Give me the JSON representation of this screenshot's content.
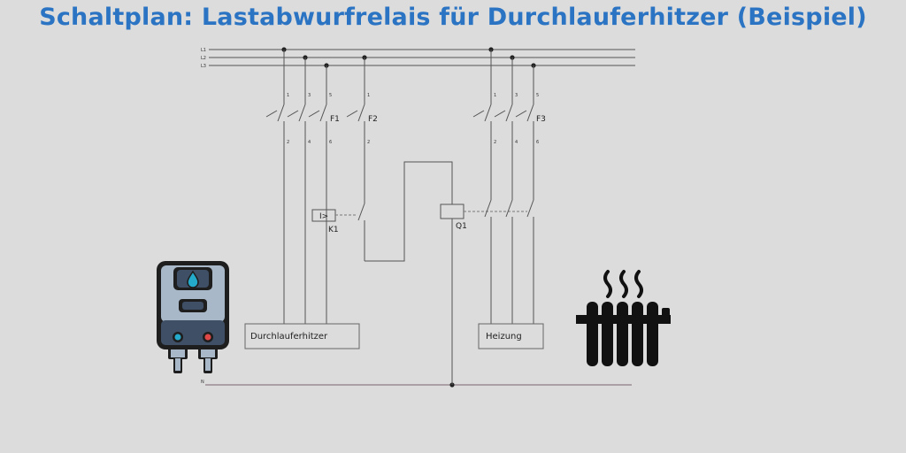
{
  "title": "Schaltplan: Lastabwurfrelais für Durchlauferhitzer (Beispiel)",
  "lines": {
    "l1": "L1",
    "l2": "L2",
    "l3": "L3",
    "n": "N"
  },
  "terminals": {
    "f1_top": [
      "1",
      "3",
      "5"
    ],
    "f1_bottom": [
      "2",
      "4",
      "6"
    ],
    "f2_top": "1",
    "f2_bottom": "2",
    "f3_top": [
      "1",
      "3",
      "5"
    ],
    "f3_bottom": [
      "2",
      "4",
      "6"
    ]
  },
  "devices": {
    "f1": "F1",
    "f2": "F2",
    "f3": "F3",
    "k1": "K1",
    "k1_symbol": "I>",
    "q1": "Q1"
  },
  "loads": {
    "durchlauferhitzer": "Durchlauferhitzer",
    "heizung": "Heizung"
  },
  "colors": {
    "title": "#2b74c3",
    "background": "#dcdcdc",
    "wire": "#555555",
    "neutral": "#7a6470"
  },
  "icons": [
    "water-heater-icon",
    "radiator-icon"
  ]
}
